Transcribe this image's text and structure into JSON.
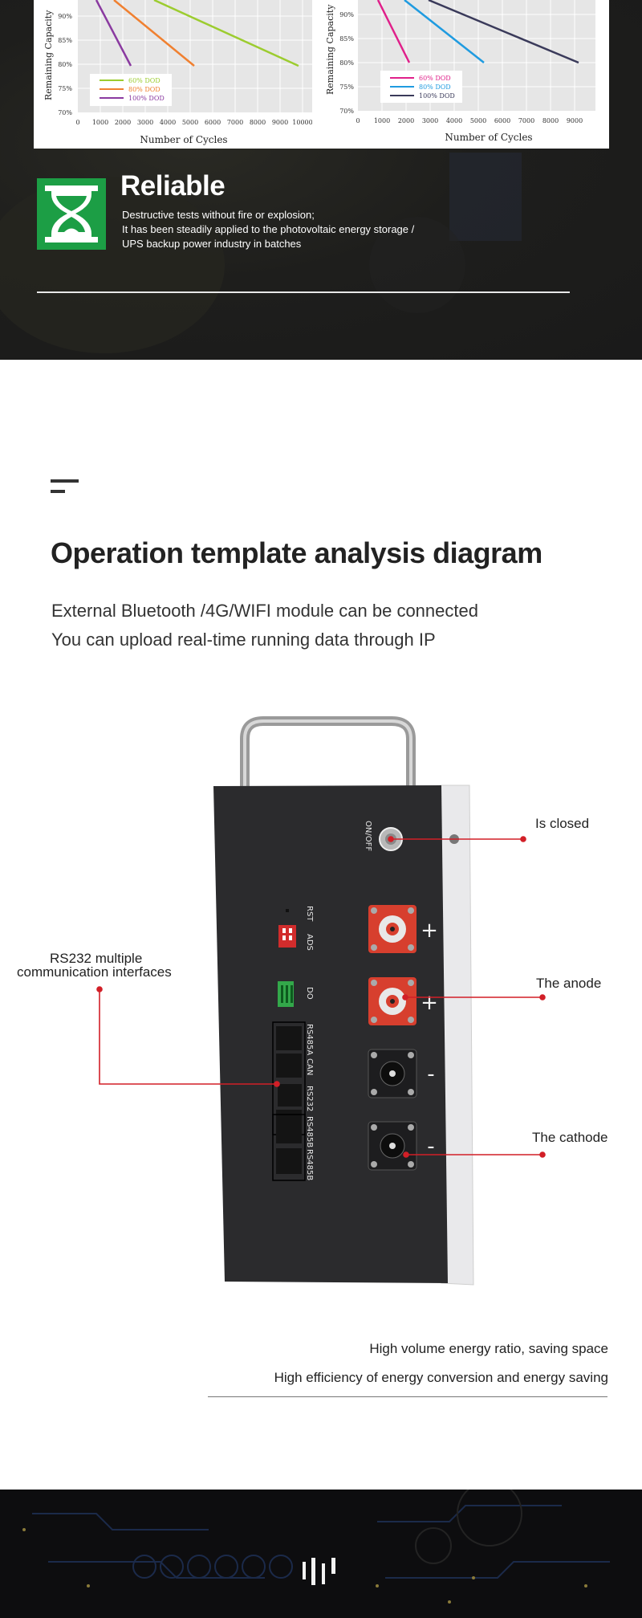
{
  "charts": [
    {
      "y_axis_label": "Remaining Capacity",
      "x_axis_label": "Number of Cycles",
      "y_ticks": [
        "90%",
        "85%",
        "80%",
        "75%",
        "70%"
      ],
      "x_ticks": [
        "0",
        "1000",
        "2000",
        "3000",
        "4000",
        "5000",
        "6000",
        "7000",
        "8000",
        "9000",
        "10000"
      ],
      "legend": [
        {
          "label": "60% DOD",
          "color": "#9ccc2f"
        },
        {
          "label": "80% DOD",
          "color": "#f08030"
        },
        {
          "label": "100% DOD",
          "color": "#8a3aa0"
        }
      ]
    },
    {
      "y_axis_label": "Remaining Capacity",
      "x_axis_label": "Number of Cycles",
      "y_ticks": [
        "90%",
        "85%",
        "80%",
        "75%",
        "70%"
      ],
      "x_ticks": [
        "0",
        "1000",
        "2000",
        "3000",
        "4000",
        "5000",
        "6000",
        "7000",
        "8000",
        "9000"
      ],
      "legend": [
        {
          "label": "60% DOD",
          "color": "#e0208a"
        },
        {
          "label": "80% DOD",
          "color": "#1f9be0"
        },
        {
          "label": "100% DOD",
          "color": "#3a3a5a"
        }
      ]
    }
  ],
  "reliable": {
    "title": "Reliable",
    "lines": [
      "Destructive tests without fire or explosion;",
      "It has been steadily applied to the photovoltaic energy storage /",
      "UPS backup power industry in batches"
    ],
    "icon_color": "#1c9e45"
  },
  "operation": {
    "title": "Operation template analysis diagram",
    "lines": [
      "External Bluetooth /4G/WIFI module can be connected",
      "You can upload real-time running data through IP"
    ]
  },
  "device": {
    "panel_labels": [
      "ON/OFF",
      "RST",
      "ADS",
      "DO",
      "RS485A",
      "CAN",
      "RS232",
      "RS485B",
      "RS485B"
    ],
    "terminal_signs": [
      "+",
      "+",
      "-",
      "-"
    ]
  },
  "callouts": {
    "rs232_line1": "RS232 multiple",
    "rs232_line2": "communication interfaces",
    "closed": "Is closed",
    "anode": "The anode",
    "cathode": "The cathode",
    "line_color": "#d21f27"
  },
  "features": [
    "High volume energy ratio, saving space",
    "High efficiency of energy conversion and energy saving"
  ]
}
